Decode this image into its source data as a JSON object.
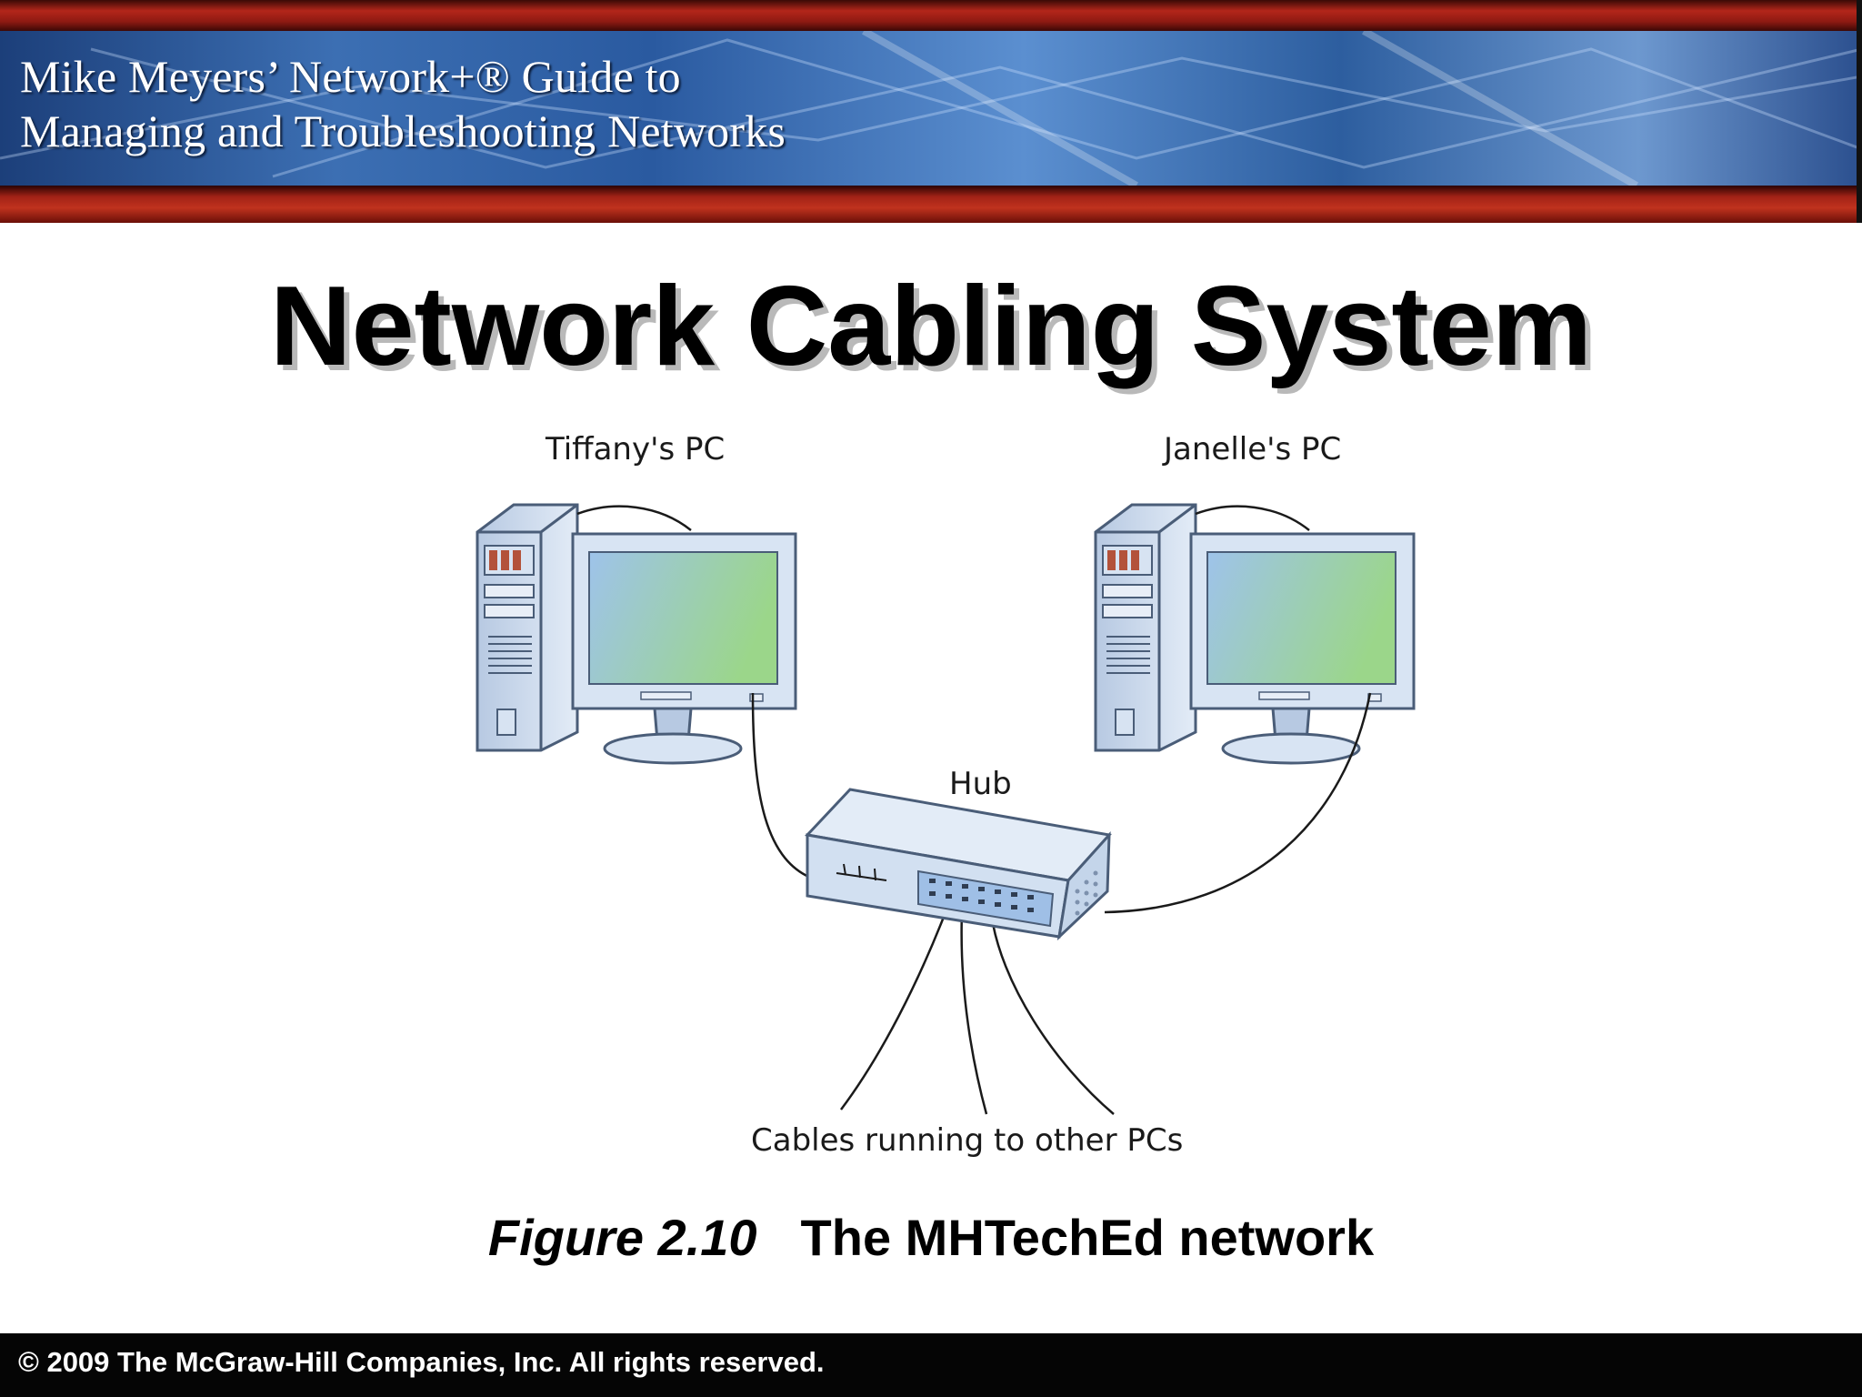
{
  "banner": {
    "line1": "Mike Meyers’ Network+® Guide to",
    "line2": "Managing and Troubleshooting Networks"
  },
  "title": "Network Cabling System",
  "diagram": {
    "pc_left_label": "Tiffany's PC",
    "pc_right_label": "Janelle's PC",
    "hub_label": "Hub",
    "cables_label": "Cables running to other PCs"
  },
  "caption": {
    "figure": "Figure 2.10",
    "title": "The MHTechEd network"
  },
  "footer": {
    "copyright": "© 2009 The McGraw-Hill Companies, Inc. All rights reserved."
  },
  "colors": {
    "banner_blue": "#2a5aa0",
    "banner_red": "#b3261a",
    "monitor_screen_start": "#9ec3ea",
    "monitor_screen_end": "#9bd68a",
    "equipment_fill": "#cfddef",
    "footer_bg": "#050505"
  }
}
